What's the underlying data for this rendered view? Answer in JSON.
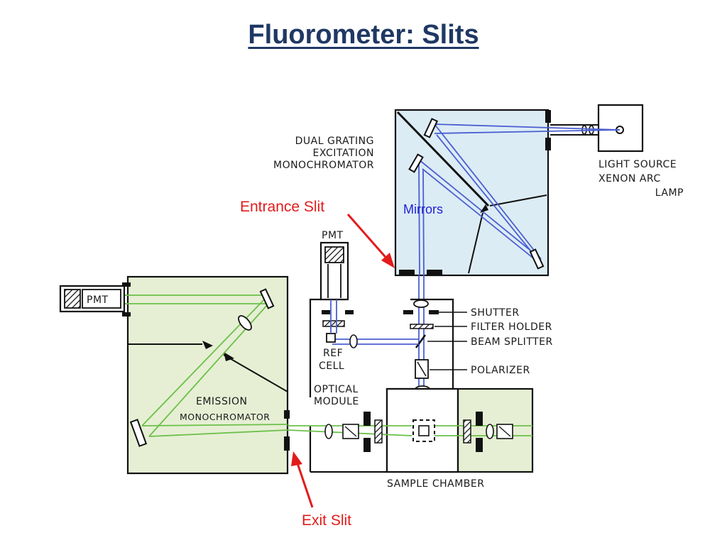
{
  "title": "Fluorometer: Slits",
  "labels": {
    "excitation_line1": "DUAL GRATING",
    "excitation_line2": "EXCITATION",
    "excitation_line3": "MONOCHROMATOR",
    "light_source_line1": "LIGHT SOURCE",
    "light_source_line2": "XENON ARC",
    "light_source_line3": "LAMP",
    "pmt_top": "PMT",
    "pmt_left": "PMT",
    "shutter": "SHUTTER",
    "filter_holder": "FILTER HOLDER",
    "beam_splitter": "BEAM SPLITTER",
    "polarizer": "POLARIZER",
    "ref_cell_line1": "REF",
    "ref_cell_line2": "CELL",
    "optical_module_line1": "OPTICAL",
    "optical_module_line2": "MODULE",
    "emission_line1": "EMISSION",
    "emission_line2": "MONOCHROMATOR",
    "sample_chamber": "SAMPLE CHAMBER"
  },
  "callouts": {
    "entrance_slit": "Entrance Slit",
    "exit_slit": "Exit Slit",
    "mirrors": "Mirrors"
  },
  "colors": {
    "title": "#1f3864",
    "callout_red": "#e31b1b",
    "callout_blue": "#1f1fd6",
    "excitation_fill": "#dcecf5",
    "emission_fill": "#e6efd4",
    "excitation_beam": "#4a5fd0",
    "emission_beam": "#6cc04a"
  }
}
